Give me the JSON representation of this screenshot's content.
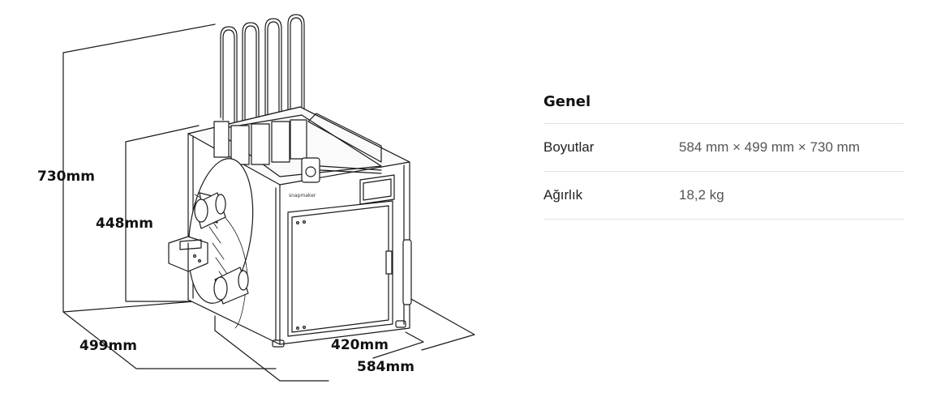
{
  "illustration": {
    "dimension_labels": {
      "height_total": "730mm",
      "height_inner": "448mm",
      "depth": "499mm",
      "width_inner": "420mm",
      "width_total": "584mm"
    },
    "brand_mark": "snapmaker"
  },
  "specs": {
    "section_title": "Genel",
    "rows": [
      {
        "key": "Boyutlar",
        "value": "584 mm × 499 mm × 730 mm"
      },
      {
        "key": "Ağırlık",
        "value": "18,2 kg"
      }
    ]
  }
}
